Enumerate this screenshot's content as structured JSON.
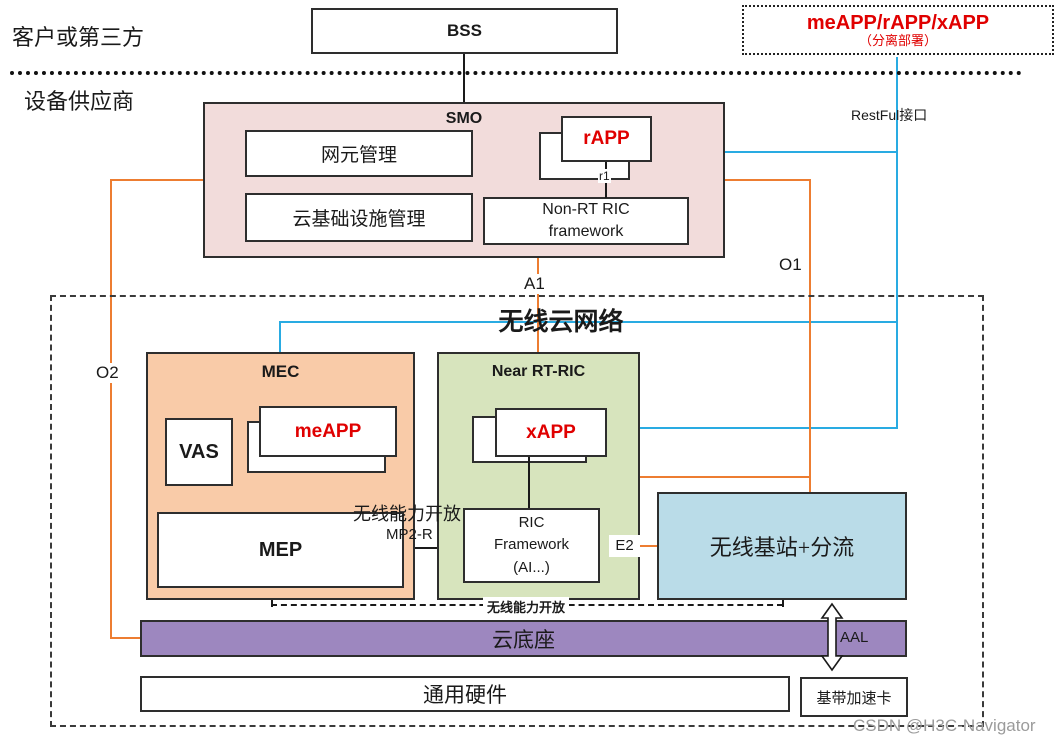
{
  "colors": {
    "orange_line": "#ED7D31",
    "cyan_line": "#29ABE2",
    "red_text": "#E00000",
    "smo_fill": "#F2DCDB",
    "mec_fill": "#F9CBA8",
    "near_rt_ric_fill": "#D7E4BD",
    "ran_fill": "#BADCE8",
    "cloud_base_fill": "#9D87BF"
  },
  "top": {
    "customer_label": "客户或第三方",
    "vendor_label": "设备供应商",
    "bss_label": "BSS",
    "separated_app_title": "meAPP/rAPP/xAPP",
    "separated_app_subtitle": "（分离部署）",
    "restful_label": "RestFul接口"
  },
  "smo": {
    "title": "SMO",
    "nem_label": "网元管理",
    "cloud_infra_label": "云基础设施管理",
    "rapp_label": "rAPP",
    "r1_label": "r1",
    "nonrt_line1": "Non-RT RIC",
    "nonrt_line2": "framework"
  },
  "interfaces": {
    "a1": "A1",
    "o1": "O1",
    "o2": "O2",
    "e2": "E2",
    "mp2r": "MP2-R"
  },
  "cloud_network": {
    "title": "无线云网络",
    "mec": {
      "title": "MEC",
      "vas_label": "VAS",
      "meapp_label": "meAPP",
      "mep_label": "MEP"
    },
    "near_rt_ric": {
      "title": "Near RT-RIC",
      "xapp_label": "xAPP",
      "ric_line1": "RIC",
      "ric_line2": "Framework",
      "ric_line3": "(AI...)"
    },
    "capability_open_upper": "无线能力开放",
    "capability_open_lower": "无线能力开放",
    "ran_label": "无线基站+分流",
    "cloud_base_label": "云底座",
    "aal_label": "AAL",
    "hw_label": "通用硬件",
    "accel_label": "基带加速卡"
  },
  "watermark": "CSDN @H3C-Navigator"
}
